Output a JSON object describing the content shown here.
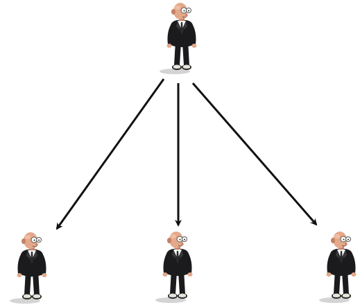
{
  "diagram": {
    "type": "one-to-many",
    "colors": {
      "arrow": "#111111",
      "suit": "#1b1b1d",
      "suit_highlight": "#3a3a3e",
      "skin": "#e3a98a",
      "skin_shade": "#c48166",
      "shirt": "#f2f2f2",
      "tie": "#2a2a2e",
      "shoe": "#2a2a2a",
      "spat": "#e8e6da",
      "shadow": "#c9c9c9",
      "glasses": "#ffffff"
    },
    "nodes": [
      {
        "id": "top",
        "icon": "businessman-icon"
      },
      {
        "id": "bottom-left",
        "icon": "businessman-icon"
      },
      {
        "id": "bottom-center",
        "icon": "businessman-icon"
      },
      {
        "id": "bottom-right",
        "icon": "businessman-icon"
      }
    ],
    "edges": [
      {
        "from": "top",
        "to": "bottom-left"
      },
      {
        "from": "top",
        "to": "bottom-center"
      },
      {
        "from": "top",
        "to": "bottom-right"
      }
    ]
  }
}
